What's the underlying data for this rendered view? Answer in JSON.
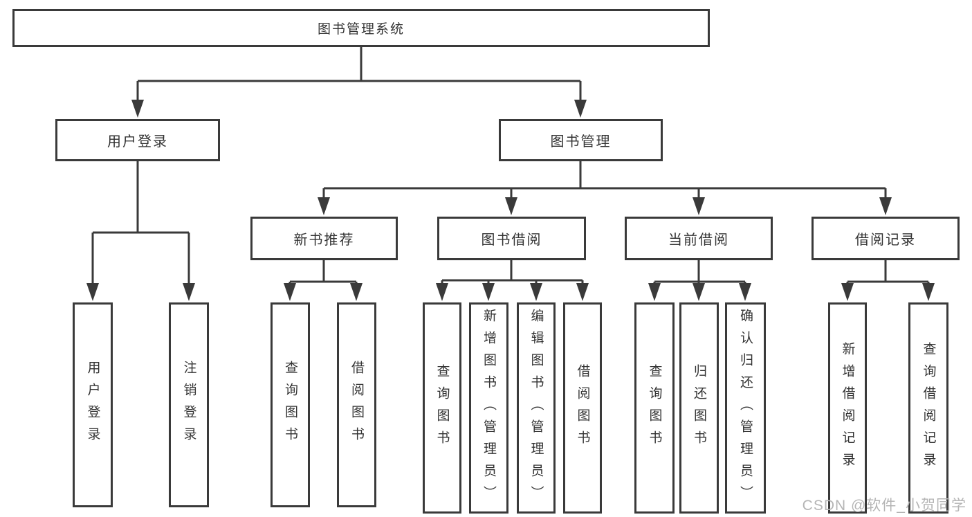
{
  "diagram": {
    "type": "hierarchy-diagram",
    "title": "图书管理系统",
    "nodes": {
      "root": {
        "label": "图书管理系统"
      },
      "user_login": {
        "label": "用户登录"
      },
      "book_mgmt": {
        "label": "图书管理"
      },
      "new_book_rec": {
        "label": "新书推荐"
      },
      "book_borrow": {
        "label": "图书借阅"
      },
      "current_borrow": {
        "label": "当前借阅"
      },
      "borrow_record": {
        "label": "借阅记录"
      },
      "leaf_user_login": {
        "label": "用户登录"
      },
      "leaf_logout": {
        "label": "注销登录"
      },
      "leaf_nb_query": {
        "label": "查询图书"
      },
      "leaf_nb_borrow": {
        "label": "借阅图书"
      },
      "leaf_bb_query": {
        "label": "查询图书"
      },
      "leaf_bb_add": {
        "label": "新增图书（管理员）"
      },
      "leaf_bb_edit": {
        "label": "编辑图书（管理员）"
      },
      "leaf_bb_borrow": {
        "label": "借阅图书"
      },
      "leaf_cb_query": {
        "label": "查询图书"
      },
      "leaf_cb_return": {
        "label": "归还图书"
      },
      "leaf_cb_confirm": {
        "label": "确认归还（管理员）"
      },
      "leaf_br_add": {
        "label": "新增借阅记录"
      },
      "leaf_br_query": {
        "label": "查询借阅记录"
      }
    },
    "structure": {
      "root": [
        "user_login",
        "book_mgmt"
      ],
      "user_login": [
        "leaf_user_login",
        "leaf_logout"
      ],
      "book_mgmt": [
        "new_book_rec",
        "book_borrow",
        "current_borrow",
        "borrow_record"
      ],
      "new_book_rec": [
        "leaf_nb_query",
        "leaf_nb_borrow"
      ],
      "book_borrow": [
        "leaf_bb_query",
        "leaf_bb_add",
        "leaf_bb_edit",
        "leaf_bb_borrow"
      ],
      "current_borrow": [
        "leaf_cb_query",
        "leaf_cb_return",
        "leaf_cb_confirm"
      ],
      "borrow_record": [
        "leaf_br_add",
        "leaf_br_query"
      ]
    },
    "colors": {
      "line": "#3a3a3a",
      "box_border": "#3a3a3a",
      "box_fill": "#ffffff",
      "text": "#333333"
    }
  },
  "watermark": {
    "text": "CSDN @软件_小贺同学",
    "color": "#b5b5b5"
  }
}
